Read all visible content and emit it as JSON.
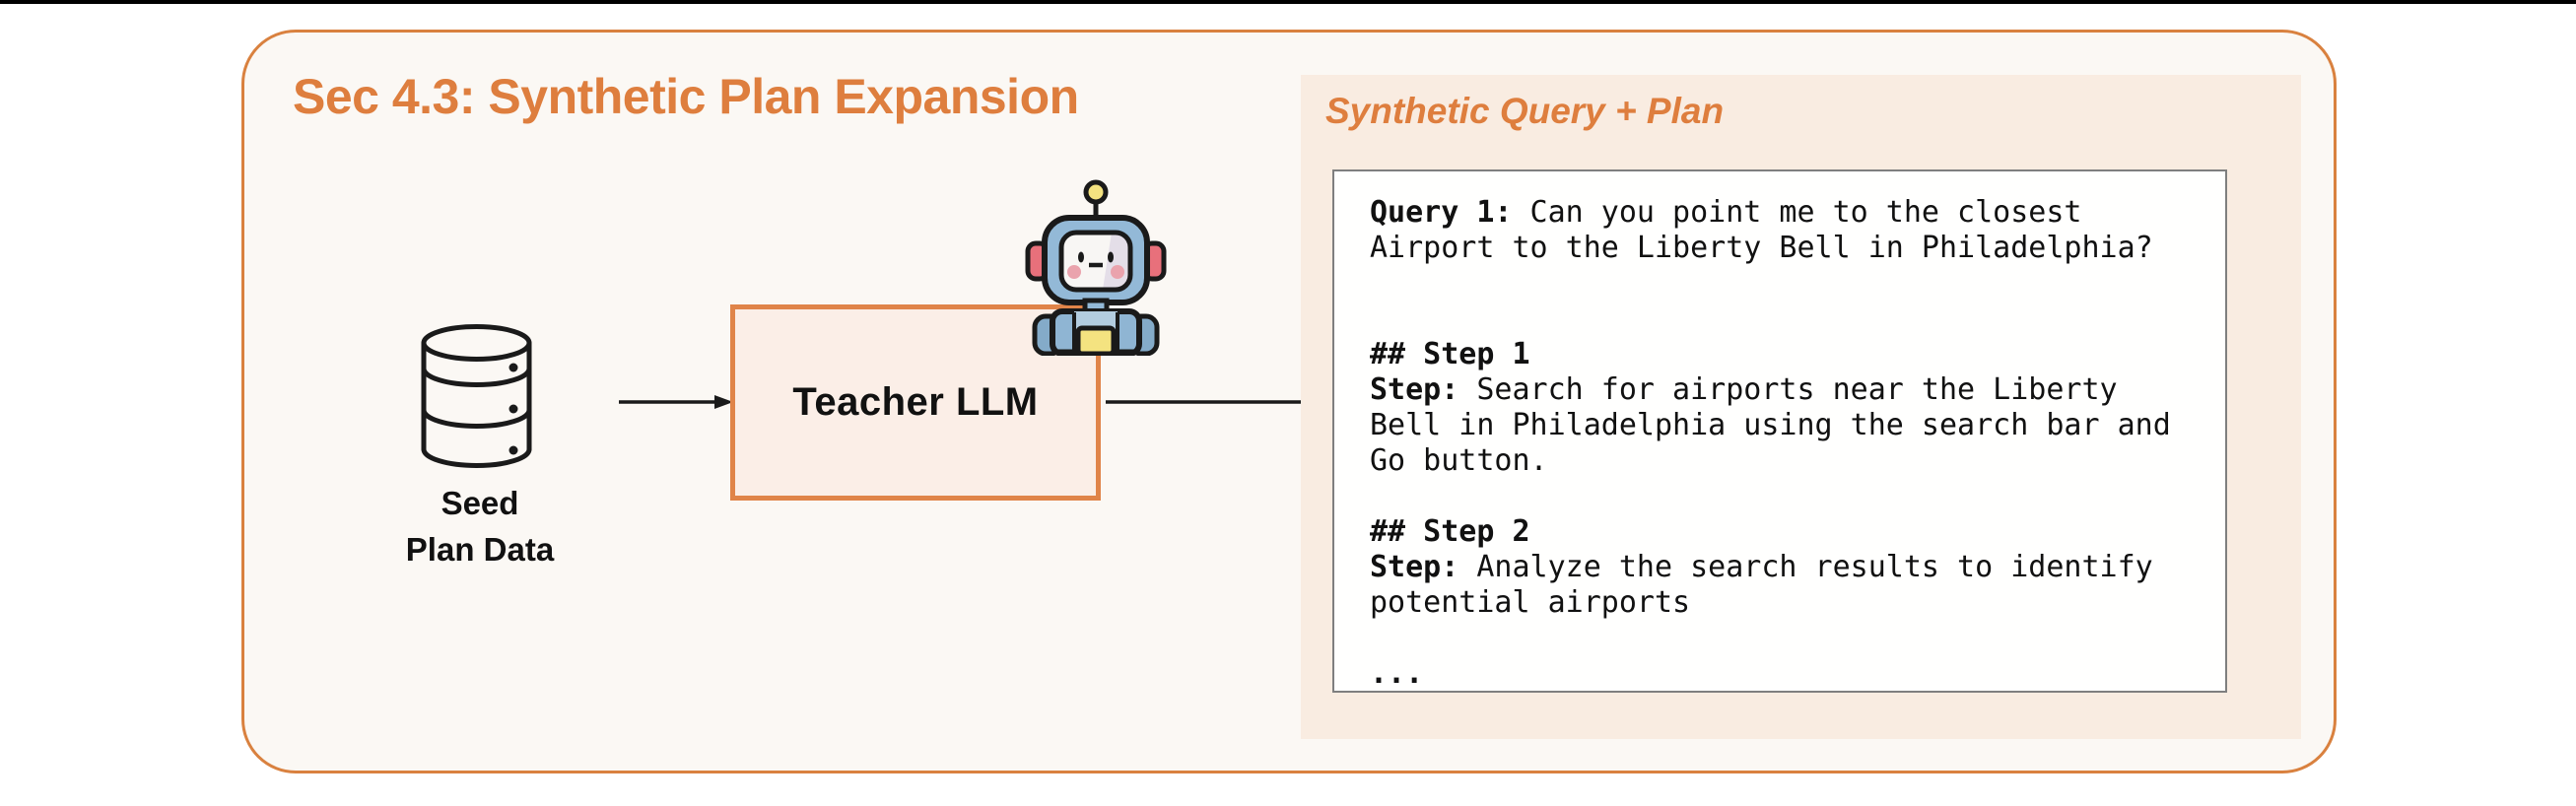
{
  "figure": {
    "section_title": "Sec 4.3: Synthetic Plan Expansion",
    "accent_color": "#de7e3e",
    "frame_border_color": "#d9813f",
    "panel_background": "#f9ece1",
    "teacher_box_border": "#e08449"
  },
  "seed": {
    "icon": "database-icon",
    "label_line1": "Seed",
    "label_line2": "Plan Data"
  },
  "teacher": {
    "icon": "robot-icon",
    "label": "Teacher LLM"
  },
  "panel": {
    "title": "Synthetic Query + Plan",
    "code_lines": [
      {
        "b": "Query 1:",
        "r": " Can you point me to the closest"
      },
      {
        "b": "",
        "r": "Airport to the Liberty Bell in Philadelphia?"
      },
      {
        "b": "",
        "r": ""
      },
      {
        "b": "",
        "r": ""
      },
      {
        "b": "## Step 1",
        "r": ""
      },
      {
        "b": "Step:",
        "r": " Search for airports near the Liberty"
      },
      {
        "b": "",
        "r": "Bell in Philadelphia using the search bar and"
      },
      {
        "b": "",
        "r": "Go button."
      },
      {
        "b": "",
        "r": ""
      },
      {
        "b": "## Step 2",
        "r": ""
      },
      {
        "b": "Step:",
        "r": " Analyze the search results to identify"
      },
      {
        "b": "",
        "r": "potential airports"
      },
      {
        "b": "",
        "r": ""
      },
      {
        "b": "...",
        "r": ""
      }
    ]
  }
}
